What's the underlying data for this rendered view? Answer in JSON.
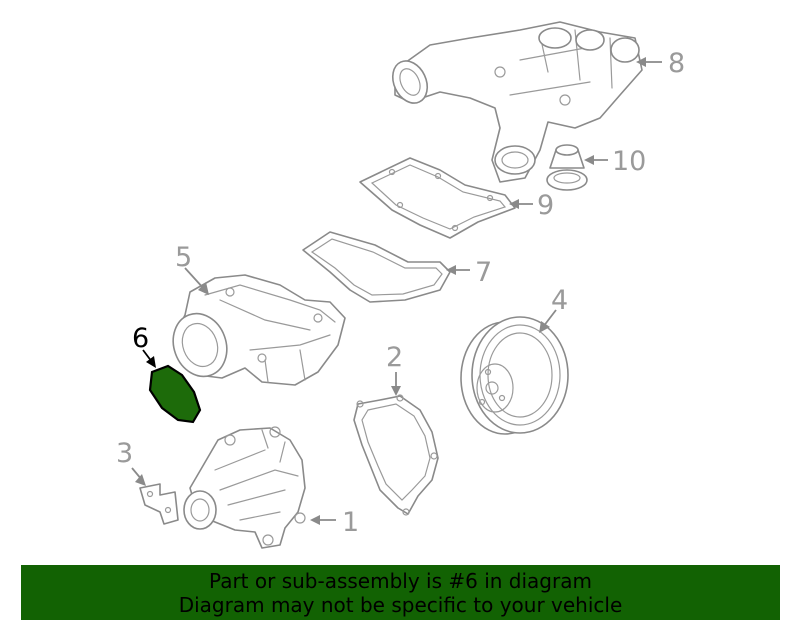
{
  "callouts": {
    "c1": "1",
    "c2": "2",
    "c3": "3",
    "c4": "4",
    "c5": "5",
    "c6": "6",
    "c7": "7",
    "c8": "8",
    "c9": "9",
    "c10": "10"
  },
  "highlighted_part": "6",
  "colors": {
    "highlight_fill": "#1d6b0a",
    "banner_background": "#126203",
    "line_art": "#8a8a8a"
  },
  "notice": {
    "line1": "Part or sub-assembly is #6 in diagram",
    "line2": "Diagram may not be specific to your vehicle"
  }
}
